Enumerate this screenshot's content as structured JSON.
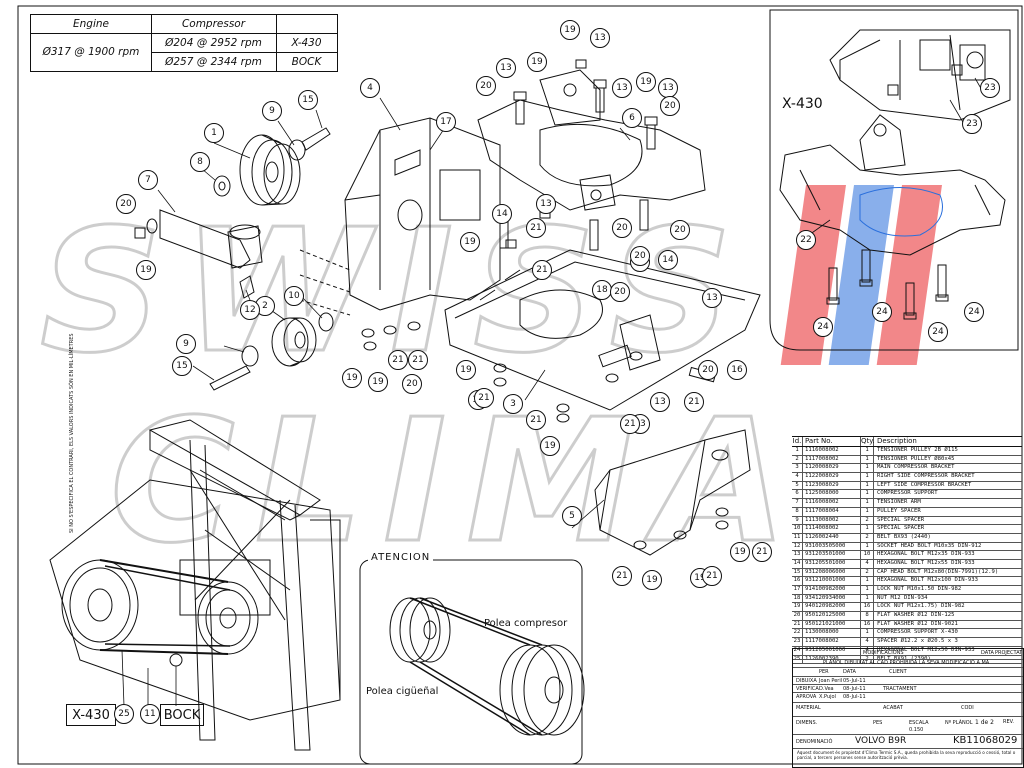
{
  "engine_table": {
    "engine_header": "Engine",
    "compressor_header": "Compressor",
    "engine_value": "Ø317 @ 1900 rpm",
    "rows": [
      {
        "compressor": "Ø204 @ 2952 rpm",
        "model": "X-430"
      },
      {
        "compressor": "Ø257 @ 2344 rpm",
        "model": "BOCK"
      }
    ]
  },
  "inset": {
    "label": "X-430"
  },
  "bottom_labels": {
    "x430": "X-430",
    "bock": "BOCK"
  },
  "atencion": {
    "title": "ATENCION",
    "polea_compresor": "Polea compresor",
    "polea_ciguenal": "Polea cigüeñal"
  },
  "side_note": "SI NO S'ESPECIFICA EL CONTRARI, ELS VALORS INDICATS SÓN EN MIL·LÍMETRES",
  "watermark": "SWISS CLIMA",
  "parts_list": {
    "headers": {
      "id": "Id.",
      "part": "Part No.",
      "qty": "Qty.",
      "desc": "Description"
    },
    "rows": [
      {
        "id": "1",
        "part": "1116008002",
        "qty": "1",
        "desc": "TENSIONER PULLEY 2B Ø115"
      },
      {
        "id": "2",
        "part": "1117008002",
        "qty": "1",
        "desc": "TENSIONER PULLEY Ø80x45"
      },
      {
        "id": "3",
        "part": "1120008029",
        "qty": "1",
        "desc": "MAIN COMPRESSOR BRACKET"
      },
      {
        "id": "4",
        "part": "1122008029",
        "qty": "1",
        "desc": "RIGHT SIDE COMPRESSOR BRACKET"
      },
      {
        "id": "5",
        "part": "1123008029",
        "qty": "1",
        "desc": "LEFT SIDE COMPRESSOR BRACKET"
      },
      {
        "id": "6",
        "part": "1125008000",
        "qty": "1",
        "desc": "COMPRESSOR SUPPORT"
      },
      {
        "id": "7",
        "part": "1116008002",
        "qty": "1",
        "desc": "TENSIONER ARM"
      },
      {
        "id": "8",
        "part": "1117008004",
        "qty": "1",
        "desc": "PULLEY SPACER"
      },
      {
        "id": "9",
        "part": "1113008002",
        "qty": "2",
        "desc": "SPECIAL SPACER"
      },
      {
        "id": "10",
        "part": "1114008002",
        "qty": "1",
        "desc": "SPECIAL SPACER"
      },
      {
        "id": "11",
        "part": "1126002440",
        "qty": "2",
        "desc": "BELT BX93 (2440)"
      },
      {
        "id": "12",
        "part": "931003505000",
        "qty": "1",
        "desc": "SOCKET HEAD BOLT M10x35  DIN-912"
      },
      {
        "id": "13",
        "part": "931203501000",
        "qty": "10",
        "desc": "HEXAGONAL BOLT M12x35 DIN-933"
      },
      {
        "id": "14",
        "part": "931205501000",
        "qty": "4",
        "desc": "HEXAGONAL BOLT M12x55 DIN-933"
      },
      {
        "id": "15",
        "part": "931208006000",
        "qty": "2",
        "desc": "CAP HEAD BOLT M12x80(DIN-7991)(12.9)"
      },
      {
        "id": "16",
        "part": "931210001000",
        "qty": "1",
        "desc": "HEXAGONAL BOLT M12x100 DIN-933"
      },
      {
        "id": "17",
        "part": "914100982000",
        "qty": "1",
        "desc": "LOCK NUT M10x1.50 DIN-982"
      },
      {
        "id": "18",
        "part": "934120934000",
        "qty": "1",
        "desc": "NUT M12  DIN-934"
      },
      {
        "id": "19",
        "part": "940120982000",
        "qty": "16",
        "desc": "LOCK NUT M12x1.75) DIN-982"
      },
      {
        "id": "20",
        "part": "950120125000",
        "qty": "8",
        "desc": "FLAT WASHER Ø12 DIN-125"
      },
      {
        "id": "21",
        "part": "950121021000",
        "qty": "16",
        "desc": "FLAT WASHER Ø12 DIN-9021"
      },
      {
        "id": "22",
        "part": "1130008000",
        "qty": "1",
        "desc": "COMPRESSOR SUPPORT X-430"
      },
      {
        "id": "23",
        "part": "1117008002",
        "qty": "4",
        "desc": "SPACER Ø12.2 x Ø20.5 x 3"
      },
      {
        "id": "24",
        "part": "931205001000",
        "qty": "4",
        "desc": "HEXAGONAL BOLT M12x50 DIN-933"
      },
      {
        "id": "25",
        "part": "1126002390",
        "qty": "2",
        "desc": "BELT BX91 (2390)"
      }
    ]
  },
  "title_block": {
    "modificacions": "MODIFICACIONS",
    "notice": "PLÀNOL DIBUIXAT AL CAD PROHIBIDA LA SEVA MODIFICACIÓ A MÀ",
    "data": "DATA",
    "projectat": "PROJECTAT",
    "per": "PER",
    "data2": "DATA",
    "client": "CLIENT",
    "dibuixa": "DIBUIXA",
    "dibuixa_name": "Joan Peril",
    "dibuixa_date": "05-Jul-11",
    "verifica": "VERIFICA",
    "verifica_name": "D.Vea",
    "verifica_date": "08-Jul-11",
    "tractament": "TRACTAMENT",
    "aprova": "APROVA",
    "aprova_name": "X.Pujol",
    "aprova_date": "08-Jul-11",
    "material": "MATERIAL",
    "acabat": "ACABAT",
    "codi": "CODI",
    "dimens": "DIMENS.",
    "pes": "PES",
    "escala": "ESCALA",
    "escala_value": "0.150",
    "nplanol": "Nº PLÀNOL",
    "sheet": "1 de 2",
    "rev": "REV.",
    "denominacio": "DENOMINACIÓ",
    "denominacio_value": "VOLVO B9R",
    "drawing_no": "KB11068029",
    "footer": "Aquest document és propietat d'Clima Termic S.A., queda prohibida la seva reproducció o cessió, total o parcial, a tercers persones sense autorització prèvia."
  },
  "callouts": [
    {
      "n": "1"
    },
    {
      "n": "2"
    },
    {
      "n": "3"
    },
    {
      "n": "4"
    },
    {
      "n": "5"
    },
    {
      "n": "6"
    },
    {
      "n": "7"
    },
    {
      "n": "8"
    },
    {
      "n": "9"
    },
    {
      "n": "9"
    },
    {
      "n": "10"
    },
    {
      "n": "11"
    },
    {
      "n": "12"
    },
    {
      "n": "13"
    },
    {
      "n": "13"
    },
    {
      "n": "13"
    },
    {
      "n": "13"
    },
    {
      "n": "13"
    },
    {
      "n": "13"
    },
    {
      "n": "13"
    },
    {
      "n": "13"
    },
    {
      "n": "14"
    },
    {
      "n": "14"
    },
    {
      "n": "14"
    },
    {
      "n": "15"
    },
    {
      "n": "15"
    },
    {
      "n": "16"
    },
    {
      "n": "17"
    },
    {
      "n": "18"
    },
    {
      "n": "19"
    },
    {
      "n": "19"
    },
    {
      "n": "19"
    },
    {
      "n": "19"
    },
    {
      "n": "19"
    },
    {
      "n": "19"
    },
    {
      "n": "19"
    },
    {
      "n": "19"
    },
    {
      "n": "19"
    },
    {
      "n": "19"
    },
    {
      "n": "19"
    },
    {
      "n": "19"
    },
    {
      "n": "19"
    },
    {
      "n": "20"
    },
    {
      "n": "20"
    },
    {
      "n": "20"
    },
    {
      "n": "20"
    },
    {
      "n": "20"
    },
    {
      "n": "20"
    },
    {
      "n": "20"
    },
    {
      "n": "20"
    },
    {
      "n": "20"
    },
    {
      "n": "21"
    },
    {
      "n": "21"
    },
    {
      "n": "21"
    },
    {
      "n": "21"
    },
    {
      "n": "21"
    },
    {
      "n": "21"
    },
    {
      "n": "21"
    },
    {
      "n": "21"
    },
    {
      "n": "21"
    },
    {
      "n": "21"
    },
    {
      "n": "21"
    },
    {
      "n": "22"
    },
    {
      "n": "23"
    },
    {
      "n": "23"
    },
    {
      "n": "24"
    },
    {
      "n": "24"
    },
    {
      "n": "24"
    },
    {
      "n": "24"
    },
    {
      "n": "25"
    }
  ],
  "colors": {
    "line": "#111111",
    "watermark_gray": "#c8c8c8",
    "watermark_red": "#e8262a",
    "watermark_blue": "#2a6fdc"
  }
}
